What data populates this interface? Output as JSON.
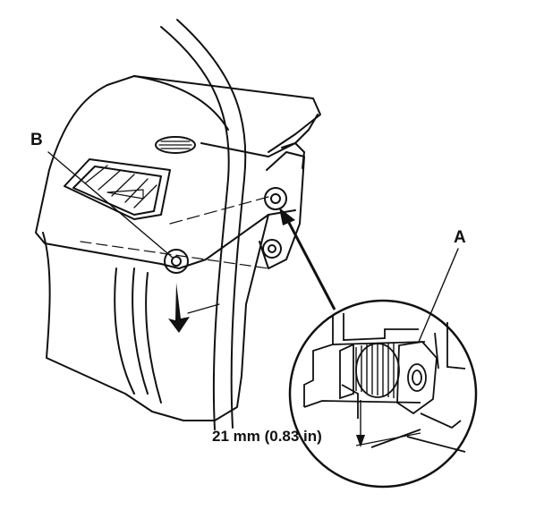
{
  "labels": {
    "a": "A",
    "b": "B",
    "dimension": "21 mm (0.83 in)"
  },
  "colors": {
    "line": "#111111",
    "background": "#ffffff"
  }
}
